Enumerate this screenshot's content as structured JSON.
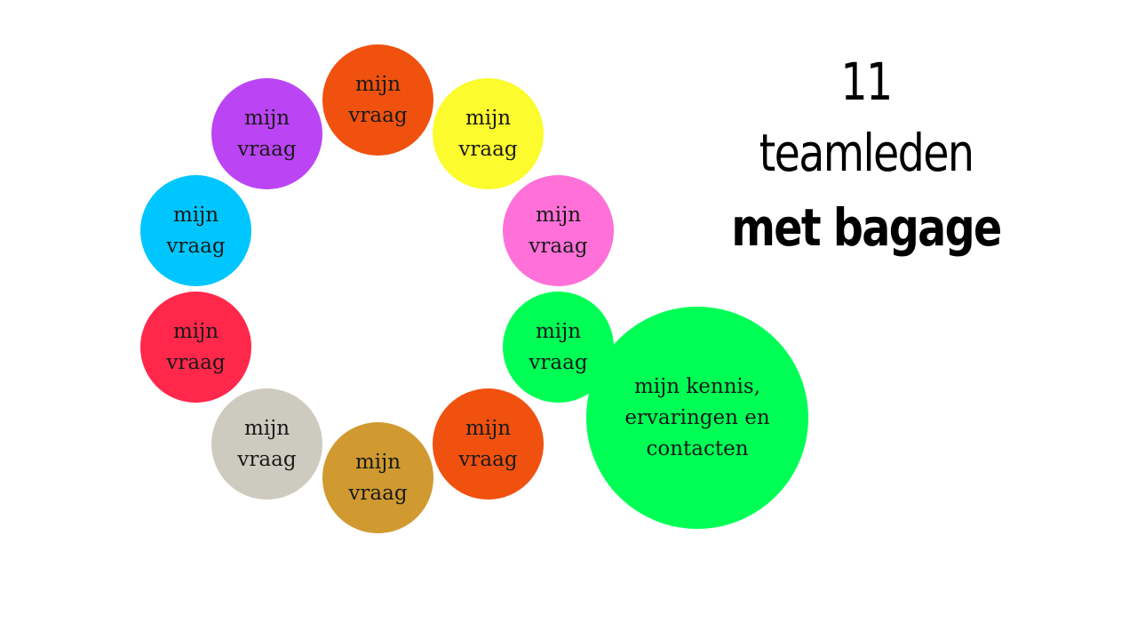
{
  "title": {
    "line1": "11 teamleden",
    "line2": "met bagage"
  },
  "bubbles": [
    {
      "key": "b-orange-top",
      "label": "mijn vraag",
      "color": "#F0510F"
    },
    {
      "key": "b-purple",
      "label": "mijn vraag",
      "color": "#BB44F4"
    },
    {
      "key": "b-yellow",
      "label": "mijn vraag",
      "color": "#FBFB2E"
    },
    {
      "key": "b-blue",
      "label": "mijn vraag",
      "color": "#00C6FF"
    },
    {
      "key": "b-pink",
      "label": "mijn vraag",
      "color": "#FF70D8"
    },
    {
      "key": "b-red",
      "label": "mijn vraag",
      "color": "#FF284B"
    },
    {
      "key": "b-green-small",
      "label": "mijn vraag",
      "color": "#00FF55"
    },
    {
      "key": "b-grey",
      "label": "mijn vraag",
      "color": "#CDCBBF"
    },
    {
      "key": "b-orange-bot",
      "label": "mijn vraag",
      "color": "#F0510F"
    },
    {
      "key": "b-gold",
      "label": "mijn vraag",
      "color": "#D09A30"
    }
  ],
  "center": {
    "label": "mijn kennis, ervaringen en contacten",
    "color": "#00FF55"
  }
}
